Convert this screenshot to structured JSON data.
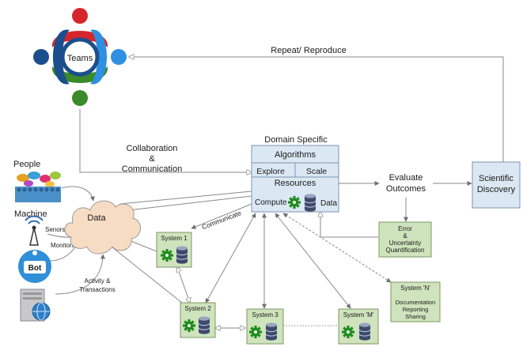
{
  "teams": {
    "label": "Teams"
  },
  "repeat": {
    "label": "Repeat/ Reproduce"
  },
  "collaboration": {
    "line1": "Collaboration",
    "line2": "&",
    "line3": "Communication"
  },
  "domain": {
    "title": "Domain Specific",
    "algorithms": "Algorithms",
    "explore": "Explore",
    "scale": "Scale",
    "resources": "Resources",
    "compute": "Compute",
    "data": "Data"
  },
  "evaluate": {
    "line1": "Evaluate",
    "line2": "Outcomes"
  },
  "discovery": {
    "line1": "Scientific",
    "line2": "Discovery"
  },
  "error_box": {
    "line1": "Error",
    "line2": "&",
    "line3": "Uncertainty",
    "line4": "Quantification"
  },
  "sources": {
    "people": "People",
    "machine": "Machine",
    "senors": "Senors",
    "monitoring": "Monitoring",
    "bot": "Bot",
    "activity1": "Activity &",
    "activity2": "Transactions"
  },
  "data_cloud": {
    "label": "Data"
  },
  "communicate": {
    "label": "Communicate"
  },
  "systems": {
    "s1": "System 1",
    "s2": "System 2",
    "s3": "System 3",
    "sm": "System 'M'",
    "sn": "System 'N'",
    "sn_l1": "Documentation",
    "sn_l2": "Reporting",
    "sn_l3": "Sharing"
  },
  "colors": {
    "team_red": "#d6262b",
    "team_blue_dark": "#1b4e8c",
    "team_blue_light": "#2f8fe0",
    "team_green": "#3a8a2a",
    "domain_fill": "#dbe7f3",
    "system_fill": "#cfe3bd",
    "cloud_fill": "#f7dcc4",
    "gear": "#1e8c1e",
    "line": "#8a8a8a"
  }
}
